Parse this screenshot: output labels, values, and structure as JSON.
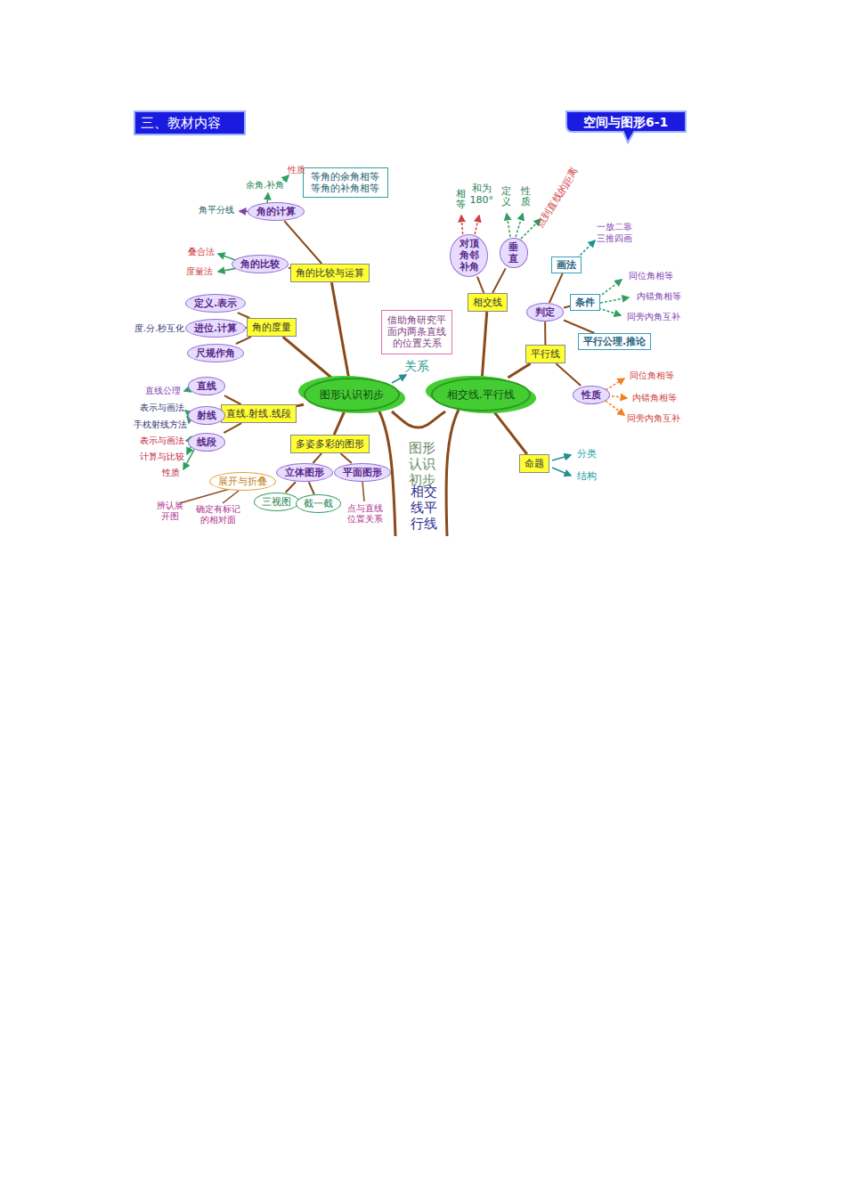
{
  "diagram": {
    "title": "三、教材内容",
    "nodes": [
      {
        "text": [
          "图形认识初步"
        ]
      },
      {
        "text": [
          "相交线.平行线"
        ]
      },
      {
        "text": [
          "角的比较与运算"
        ]
      },
      {
        "text": [
          "角的计算"
        ]
      },
      {
        "text": [
          "等角的余角相等 等角的补角相等"
        ]
      },
      {
        "text": [
          "角的比较"
        ]
      },
      {
        "text": [
          "角的度量"
        ]
      },
      {
        "text": [
          "定义.表示"
        ]
      },
      {
        "text": [
          "进位.计算"
        ]
      },
      {
        "text": [
          "尺规作角"
        ]
      },
      {
        "text": [
          "直线.射线.线段"
        ]
      },
      {
        "text": [
          "直线"
        ]
      },
      {
        "text": [
          "射线"
        ]
      },
      {
        "text": [
          "线段"
        ]
      },
      {
        "text": [
          "多姿多彩的图形"
        ]
      },
      {
        "text": [
          "立体图形"
        ]
      },
      {
        "text": [
          "平面图形"
        ]
      },
      {
        "text": [
          "展开与折叠"
        ]
      },
      {
        "text": [
          "三视图"
        ]
      },
      {
        "text": [
          "截一截"
        ]
      },
      {
        "text": [
          "借助角研究平面内两条直线的位置关系"
        ]
      },
      {
        "text": [
          "相交线"
        ]
      },
      {
        "text": [
          "对顶角邻补角"
        ]
      },
      {
        "text": [
          "垂直"
        ]
      },
      {
        "text": [
          "平行线"
        ]
      },
      {
        "text": [
          "判定"
        ]
      },
      {
        "text": [
          "画法"
        ]
      },
      {
        "text": [
          "条件"
        ]
      },
      {
        "text": [
          "平行公理.推论"
        ]
      },
      {
        "text": [
          "性质"
        ]
      },
      {
        "text": [
          "命题"
        ]
      }
    ],
    "edges": [
      {
        "from": 0,
        "to": 2,
        "arrow": "none"
      },
      {
        "from": 2,
        "to": 3,
        "arrow": "none"
      },
      {
        "from": 2,
        "to": 5,
        "arrow": "none"
      },
      {
        "from": 0,
        "to": 6,
        "arrow": "none"
      },
      {
        "from": 6,
        "to": 7,
        "arrow": "none"
      },
      {
        "from": 6,
        "to": 8,
        "arrow": "none"
      },
      {
        "from": 6,
        "to": 9,
        "arrow": "none"
      },
      {
        "from": 0,
        "to": 10,
        "arrow": "none"
      },
      {
        "from": 10,
        "to": 11,
        "arrow": "none"
      },
      {
        "from": 10,
        "to": 12,
        "arrow": "none"
      },
      {
        "from": 10,
        "to": 13,
        "arrow": "none"
      },
      {
        "from": 0,
        "to": 14,
        "arrow": "none"
      },
      {
        "from": 14,
        "to": 15,
        "arrow": "none"
      },
      {
        "from": 14,
        "to": 16,
        "arrow": "none"
      },
      {
        "from": 15,
        "to": 17,
        "arrow": "none"
      },
      {
        "from": 15,
        "to": 18,
        "arrow": "none"
      },
      {
        "from": 15,
        "to": 19,
        "arrow": "none"
      },
      {
        "from": 1,
        "to": 21,
        "arrow": "none"
      },
      {
        "from": 21,
        "to": 22,
        "arrow": "none"
      },
      {
        "from": 21,
        "to": 23,
        "arrow": "none"
      },
      {
        "from": 1,
        "to": 24,
        "arrow": "none"
      },
      {
        "from": 24,
        "to": 25,
        "arrow": "none"
      },
      {
        "from": 25,
        "to": 26,
        "arrow": "none"
      },
      {
        "from": 25,
        "to": 27,
        "arrow": "none"
      },
      {
        "from": 25,
        "to": 28,
        "arrow": "none"
      },
      {
        "from": 24,
        "to": 29,
        "arrow": "none"
      },
      {
        "from": 1,
        "to": 30,
        "arrow": "none"
      }
    ],
    "labels": [
      "空间与图形6-1",
      "余角.补角",
      "性质",
      "角平分线",
      "叠合法",
      "度量法",
      "度.分.秒互化",
      "直线公理",
      "表示与画法",
      "手枕射线方法",
      "表示与画法",
      "计算与比较",
      "性质",
      "辨认展开图",
      "确定有标记的相对面",
      "点与直线位置关系",
      "关系",
      "相等",
      "和为180°",
      "定义",
      "性质",
      "点到直线的距离",
      "一放二靠",
      "三推四画",
      "同位角相等",
      "内错角相等",
      "同旁内角互补",
      "同位角相等",
      "内错角相等",
      "同旁内角互补",
      "分类",
      "结构",
      "图形认识初步",
      "相交线平行线"
    ]
  }
}
